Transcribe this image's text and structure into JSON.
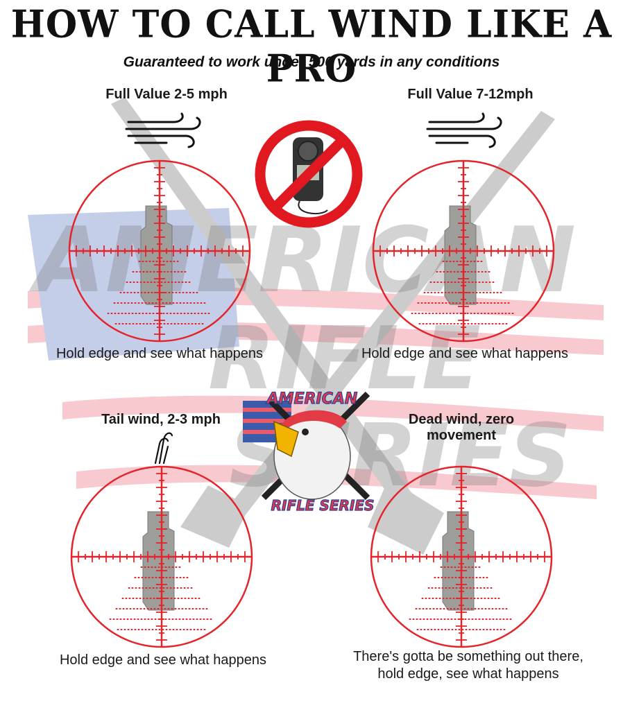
{
  "title": "HOW TO CALL WIND LIKE A PRO",
  "subtitle": "Guaranteed to work under 500 yards in any conditions",
  "watermark": {
    "line1": "AMERICAN",
    "line2": "RIFLE",
    "line3": "SERIES"
  },
  "logo": {
    "top_text": "AMERICAN",
    "bottom_text": "RIFLE SERIES"
  },
  "panels": [
    {
      "label": "Full Value 2-5 mph",
      "caption": "Hold edge and see what happens",
      "icon": "full-wind-icon"
    },
    {
      "label": "Full Value 7-12mph",
      "caption": "Hold edge and see what happens",
      "icon": "full-wind-icon"
    },
    {
      "label": "Tail wind, 2-3 mph",
      "caption": "Hold edge and see what happens",
      "icon": "tail-wind-icon"
    },
    {
      "label": "Dead wind, zero movement",
      "caption": "There's gotta be something out there, hold edge, see what happens",
      "icon": "none"
    }
  ],
  "colors": {
    "reticle": "#e3242b",
    "target": "#9e9e9b",
    "watermark": "#9a9a9a",
    "flag_red": "#e95a6a",
    "flag_blue": "#3b5aa8",
    "no_sign": "#e0181f"
  }
}
